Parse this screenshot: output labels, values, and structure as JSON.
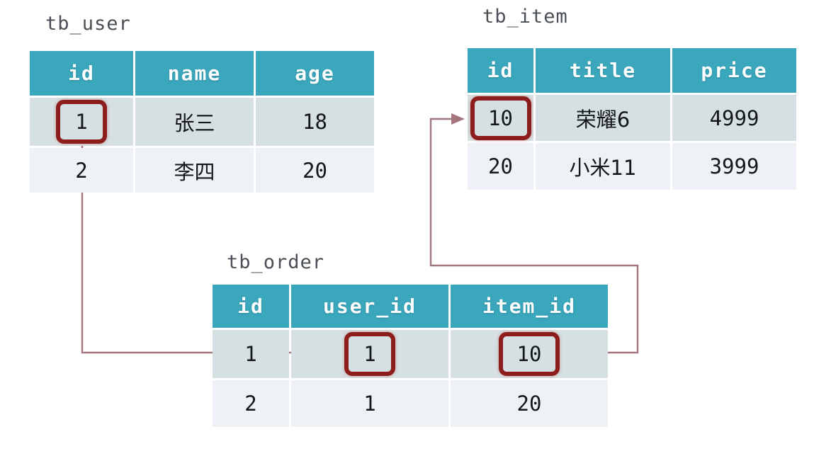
{
  "diagram": {
    "title": "database table relationships",
    "background": "#ffffff",
    "header_color": "#3aa7bd",
    "row_colors": [
      "#d6e0e2",
      "#eef2f7"
    ],
    "highlight_color": "#8d1c1c",
    "connector_color": "#a3757c"
  },
  "tables": [
    {
      "name": "tb_user",
      "label": "tb_user",
      "columns": [
        "id",
        "name",
        "age"
      ],
      "rows": [
        [
          "1",
          "张三",
          "18"
        ],
        [
          "2",
          "李四",
          "20"
        ]
      ],
      "highlighted": [
        {
          "row": 0,
          "col": 0
        }
      ]
    },
    {
      "name": "tb_item",
      "label": "tb_item",
      "columns": [
        "id",
        "title",
        "price"
      ],
      "rows": [
        [
          "10",
          "荣耀6",
          "4999"
        ],
        [
          "20",
          "小米11",
          "3999"
        ]
      ],
      "highlighted": [
        {
          "row": 0,
          "col": 0
        }
      ]
    },
    {
      "name": "tb_order",
      "label": "tb_order",
      "columns": [
        "id",
        "user_id",
        "item_id"
      ],
      "rows": [
        [
          "1",
          "1",
          "10"
        ],
        [
          "2",
          "1",
          "20"
        ]
      ],
      "highlighted": [
        {
          "row": 0,
          "col": 1
        },
        {
          "row": 0,
          "col": 2
        }
      ]
    }
  ],
  "connectors": [
    {
      "name": "order-user_id-to-user-id",
      "from": "tb_order.user_id=1",
      "to": "tb_user.id=1",
      "arrow": "up"
    },
    {
      "name": "order-item_id-to-item-id",
      "from": "tb_order.item_id=10",
      "to": "tb_item.id=10",
      "arrow": "right"
    }
  ]
}
